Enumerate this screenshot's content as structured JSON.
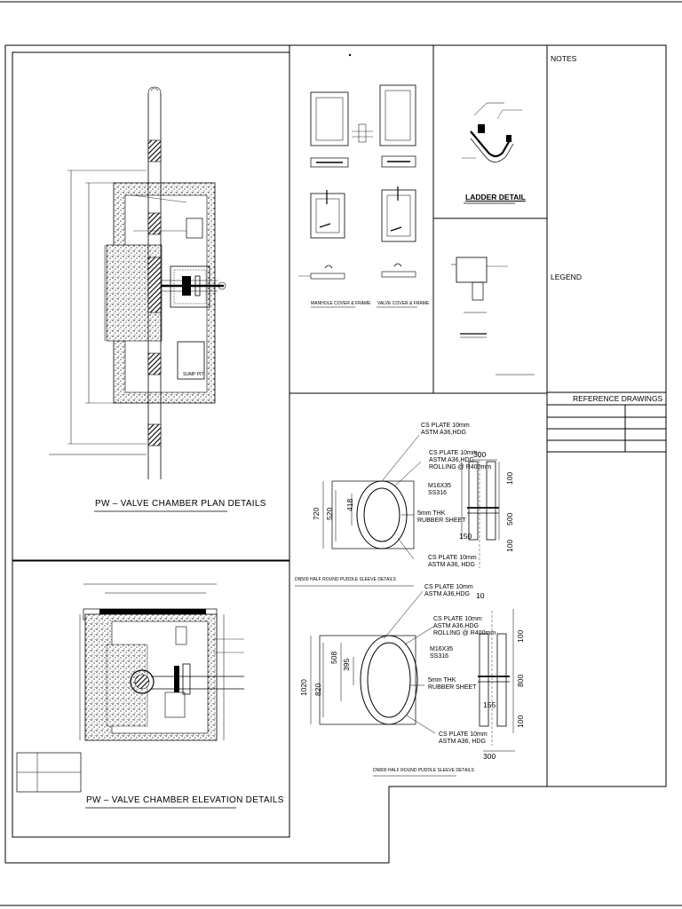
{
  "titles": {
    "plan": "PW – VALVE CHAMBER PLAN DETAILS",
    "elevation": "PW – VALVE CHAMBER ELEVATION DETAILS",
    "ladder": "LADDER DETAIL",
    "manhole_cover": "MANHOLE COVER & FRAME",
    "valve_cover": "VALVE COVER & FRAME",
    "puddle_small": "DN500 HALF ROUND PUDDLE SLEEVE DETAILS",
    "puddle_large": "DN800 HALF ROUND PUDDLE SLEEVE DETAILS"
  },
  "panels": {
    "notes": "NOTES",
    "legend": "LEGEND",
    "reference": "REFERENCE DRAWINGS"
  },
  "callouts": {
    "cs_plate_1": "CS PLATE 10mm",
    "cs_plate_1b": "ASTM A36,HDG",
    "cs_plate_2": "CS PLATE 10mm",
    "cs_plate_2b": "ASTM A36,HDG",
    "cs_plate_2c": "ROLLING @ R400mm",
    "bolt": "M16X35",
    "bolt_b": "SS316",
    "rubber": "5mm THK",
    "rubber_b": "RUBBER SHEET",
    "cs_plate_3": "CS PLATE 10mm",
    "cs_plate_3b": "ASTM A36, HDG",
    "cs_plate_4": "CS PLATE 10mm",
    "cs_plate_4b": "ASTM A36,HDG",
    "cs_plate_5": "CS PLATE 10mm",
    "cs_plate_5b": "ASTM A36,HDG",
    "cs_plate_5c": "ROLLING @ R400mm",
    "bolt2": "M16X35",
    "bolt2_b": "SS316",
    "rubber2": "5mm THK",
    "rubber2_b": "RUBBER SHEET",
    "cs_plate_6": "CS PLATE 10mm",
    "cs_plate_6b": "ASTM A36, HDG",
    "sump": "SUMP PIT"
  },
  "dims": {
    "d720": "720",
    "d520": "520",
    "d418": "418",
    "d300a": "300",
    "d500": "500",
    "d100a": "100",
    "d150": "150",
    "d100b": "100",
    "d10": "10",
    "d1020": "1020",
    "d820": "820",
    "d508": "508",
    "d395": "395",
    "d100c": "100",
    "d800": "800",
    "d100d": "100",
    "d155": "155",
    "d300b": "300"
  }
}
